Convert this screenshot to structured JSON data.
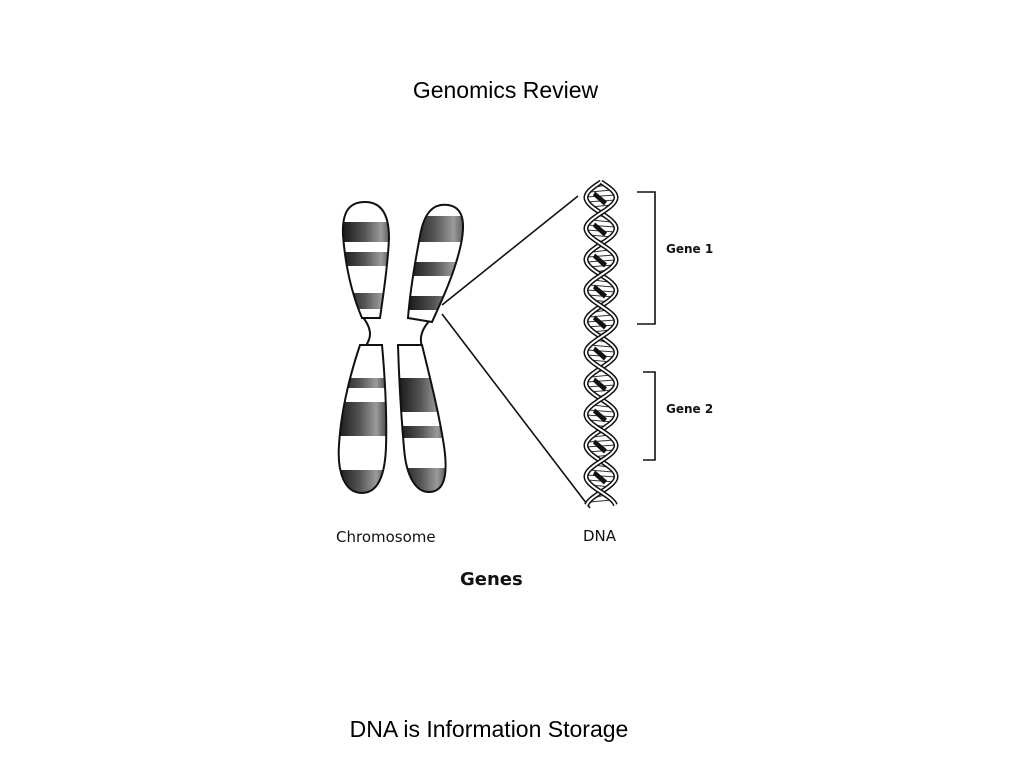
{
  "slide": {
    "title": "Genomics Review",
    "caption": "DNA is Information Storage"
  },
  "figure": {
    "chromosome_label": "Chromosome",
    "dna_label": "DNA",
    "gene_labels": [
      "Gene 1",
      "Gene 2"
    ],
    "genes_heading": "Genes"
  }
}
